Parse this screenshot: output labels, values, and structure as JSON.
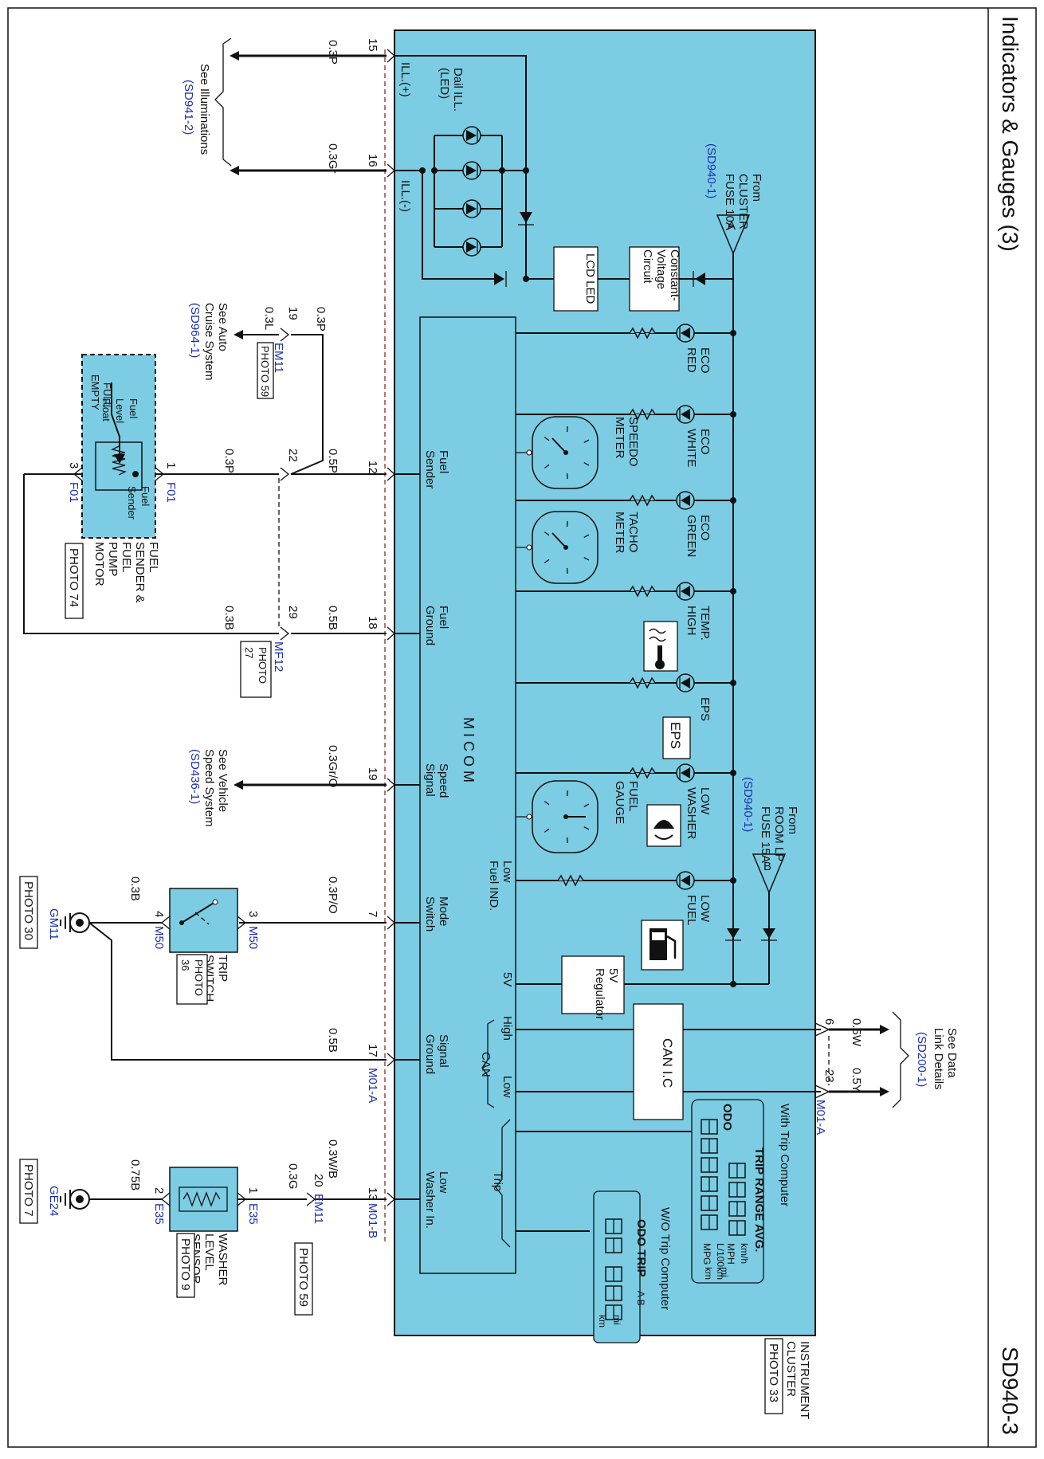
{
  "title": "Indicators & Gauges (3)",
  "page_code": "SD940-3",
  "cluster": {
    "name": "INSTRUMENT\nCLUSTER",
    "photo": "PHOTO 33",
    "connectors": [
      "M01-A",
      "M01-B"
    ]
  },
  "illumination": {
    "ill_plus": "ILL.(+)",
    "ill_minus": "ILL.(-)",
    "dail_ill": "Dail ILL.\n(LED)",
    "pin_plus": "15",
    "pin_minus": "16",
    "wire_plus": "0.3P",
    "wire_minus": "0.3Gr",
    "ref_text": "See Illuminations",
    "ref_code": "(SD941-2)"
  },
  "fuse_a": {
    "letter": "A",
    "text": "From\nCLUSTER\nFUSE 10A",
    "ref": "(SD940-1)"
  },
  "fuse_b": {
    "letter": "B",
    "text": "From\nROOM LP\nFUSE 15A",
    "ref": "(SD940-1)"
  },
  "const_voltage": "Constant-\nVoltage\nCircuit",
  "lcd_led": "LCD LED",
  "regulator": "5V\nRegulator",
  "micom": "M I C O M",
  "can_ic": "CAN I.C",
  "indicators": [
    {
      "name": "ECO\nRED"
    },
    {
      "name": "ECO\nWHITE"
    },
    {
      "name": "ECO\nGREEN"
    },
    {
      "name": "TEMP.\nHIGH"
    },
    {
      "name": "EPS"
    },
    {
      "name": "LOW\nWASHER"
    },
    {
      "name": "LOW\nFUEL"
    }
  ],
  "eps_label": "EPS",
  "gauges": [
    "SPEEDO\nMETER",
    "TACHO\nMETER",
    "FUEL\nGAUGE"
  ],
  "micom_inputs": {
    "fuel_sender": "Fuel\nSender",
    "fuel_ground": "Fuel\nGround",
    "speed_signal": "Speed\nSignal",
    "mode_switch": "Mode\nSwitch",
    "signal_ground": "Signal\nGround",
    "low_washer_in": "Low\nWasher In.",
    "low_fuel_ind": "Low\nFuel IND.",
    "five_v": "5V",
    "can": "CAN",
    "high": "High",
    "low": "Low",
    "trip": "Trip"
  },
  "auto_cruise": {
    "ref_text": "See Auto\nCruise System",
    "ref_code": "(SD964-1)",
    "connector": "EM11",
    "photo": "PHOTO 59",
    "pin_19": "19",
    "pin_22": "22",
    "wire_a": "0.3P",
    "wire_b": "0.3L",
    "wire_c": "0.3P",
    "wire_d": "0.5P",
    "cluster_pin": "12"
  },
  "fuel_sender_unit": {
    "name": "FUEL\nSENDER &\nFUEL\nPUMP\nMOTOR",
    "photo": "PHOTO 74",
    "connector": "F01",
    "full": "FULL",
    "empty": "EMPTY",
    "float": "Fuel\nLevel\nFloat",
    "sender": "Fuel\nSender",
    "pin_1": "1",
    "pin_3": "3"
  },
  "fuel_ground": {
    "connector": "MF12",
    "photo": "PHOTO\n27",
    "pin_29": "29",
    "wire_a": "0.3B",
    "wire_b": "0.5B",
    "cluster_pin": "18"
  },
  "vehicle_speed": {
    "ref_text": "See Vehicle\nSpeed System",
    "ref_code": "(SD436-1)",
    "wire": "0.3Gr/O",
    "cluster_pin": "19"
  },
  "trip_switch": {
    "name": "TRIP\nSWITCH",
    "photo": "PHOTO\n36",
    "connector": "M50",
    "pin_3": "3",
    "pin_4": "4",
    "wire_a": "0.3P/O",
    "wire_b": "0.3B",
    "cluster_pin": "7"
  },
  "ground_gm11": {
    "code": "GM11",
    "photo": "PHOTO 30"
  },
  "signal_ground": {
    "wire": "0.5B",
    "cluster_pin": "17"
  },
  "washer_sensor": {
    "name": "WASHER\nLEVEL\nSENSOR",
    "photo": "PHOTO 9",
    "connector": "E35",
    "pin_1": "1",
    "pin_2": "2",
    "wire_a": "0.3G",
    "wire_b": "0.75B",
    "wire_c": "0.3W/B",
    "em11": "EM11",
    "em11_photo": "PHOTO 59",
    "pin_20": "20",
    "cluster_pin": "13"
  },
  "ground_ge24": {
    "code": "GE24",
    "photo": "PHOTO 7"
  },
  "data_link": {
    "ref_text": "See Data\nLink Details",
    "ref_code": "(SD200-1)",
    "pin_6": "6",
    "pin_23": "23",
    "wire_6": "0.5W",
    "wire_23": "0.5Y"
  },
  "with_trip": {
    "label": "With Trip Computer",
    "trip_range_avg": "TRIP RANGE AVG.",
    "units_a": "km/h\nMPH",
    "units_b": "L/100km\nMPG",
    "mi": "mi",
    "km": "km",
    "odo": "ODO"
  },
  "wo_trip": {
    "label": "W/O Trip Computer",
    "odo_trip": "ODO TRIP",
    "ab": "A B",
    "mi": "mi",
    "km": "km"
  }
}
